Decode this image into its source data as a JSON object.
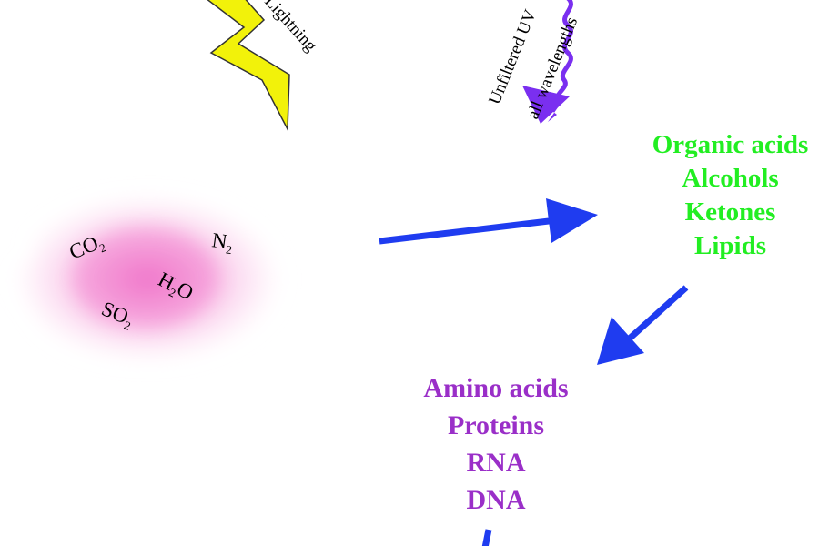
{
  "lightning": {
    "label": "Lightning",
    "color": "#f2f20a"
  },
  "uv": {
    "label_line1": "Unfiltered UV",
    "label_line2": "all wavelengths",
    "color": "#7a2ff0"
  },
  "gas_cloud": {
    "color": "#f070c8",
    "molecules": [
      {
        "base": "CO",
        "sub": "2",
        "suffix": ""
      },
      {
        "base": "N",
        "sub": "2",
        "suffix": ""
      },
      {
        "base": "H",
        "sub": "2",
        "suffix": "O"
      },
      {
        "base": "SO",
        "sub": "2",
        "suffix": ""
      }
    ]
  },
  "organics": {
    "color": "#22ee22",
    "items": [
      "Organic acids",
      "Alcohols",
      "Ketones",
      "Lipids"
    ]
  },
  "biomolecules": {
    "color": "#9a2fc8",
    "items": [
      "Amino acids",
      "Proteins",
      "RNA",
      "DNA"
    ]
  },
  "arrow_color": "#1f3cf0"
}
